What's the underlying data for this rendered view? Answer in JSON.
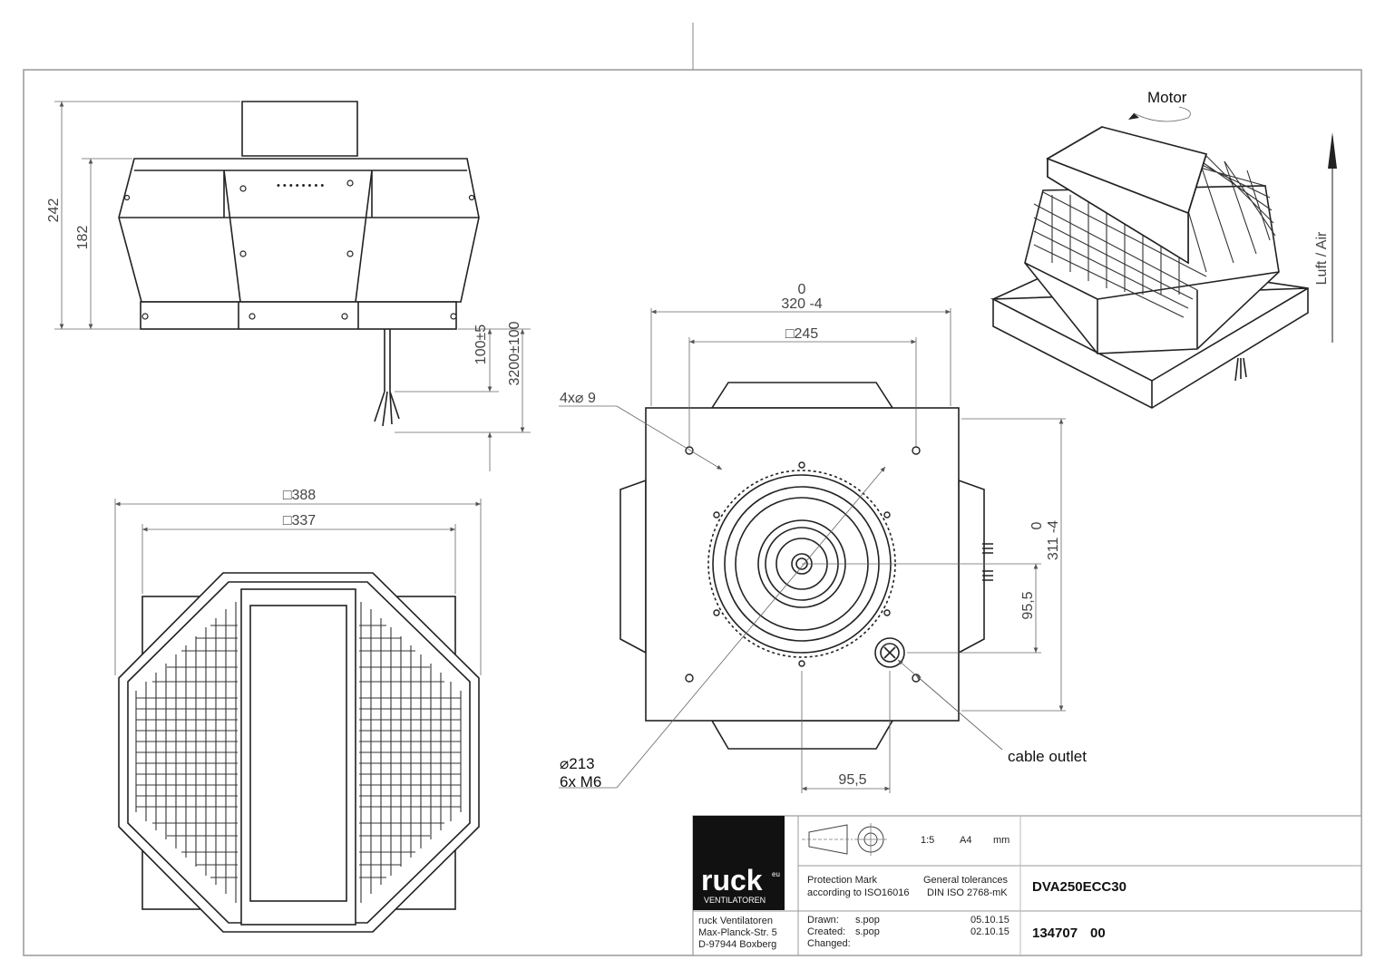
{
  "drawing": {
    "labels": {
      "motor": "Motor",
      "air": "Luft / Air",
      "cable_outlet": "cable outlet",
      "bolt_circle": "⌀213",
      "bolts": "6x M6",
      "holes": "4x⌀ 9"
    },
    "dimensions": {
      "height_total": "242",
      "height_body": "182",
      "cable_offset": "100±5",
      "cable_length": "3200±100",
      "outer_square": "□388",
      "inner_square": "□337",
      "width_tol_top": "0",
      "width_main": "320 -4",
      "flange_square": "□245",
      "height_tol_top": "0",
      "height_main": "311 -4",
      "offset_vertical": "95,5",
      "offset_horizontal": "95,5"
    }
  },
  "title_block": {
    "logo_text": "ruck",
    "logo_sup": "eu",
    "logo_sub": "VENTILATOREN",
    "scale": "1:5",
    "paper": "A4",
    "unit": "mm",
    "protection_mark_1": "Protection Mark",
    "protection_mark_2": "according to ISO16016",
    "tolerances_1": "General tolerances",
    "tolerances_2": "DIN ISO 2768-mK",
    "product": "DVA250ECC30",
    "address_1": "ruck Ventilatoren",
    "address_2": "Max-Planck-Str. 5",
    "address_3": "D-97944 Boxberg",
    "drawn_label": "Drawn:",
    "drawn_by": "s.pop",
    "drawn_date": "05.10.15",
    "created_label": "Created:",
    "created_by": "s.pop",
    "created_date": "02.10.15",
    "changed_label": "Changed:",
    "drawing_number": "134707",
    "revision": "00"
  }
}
